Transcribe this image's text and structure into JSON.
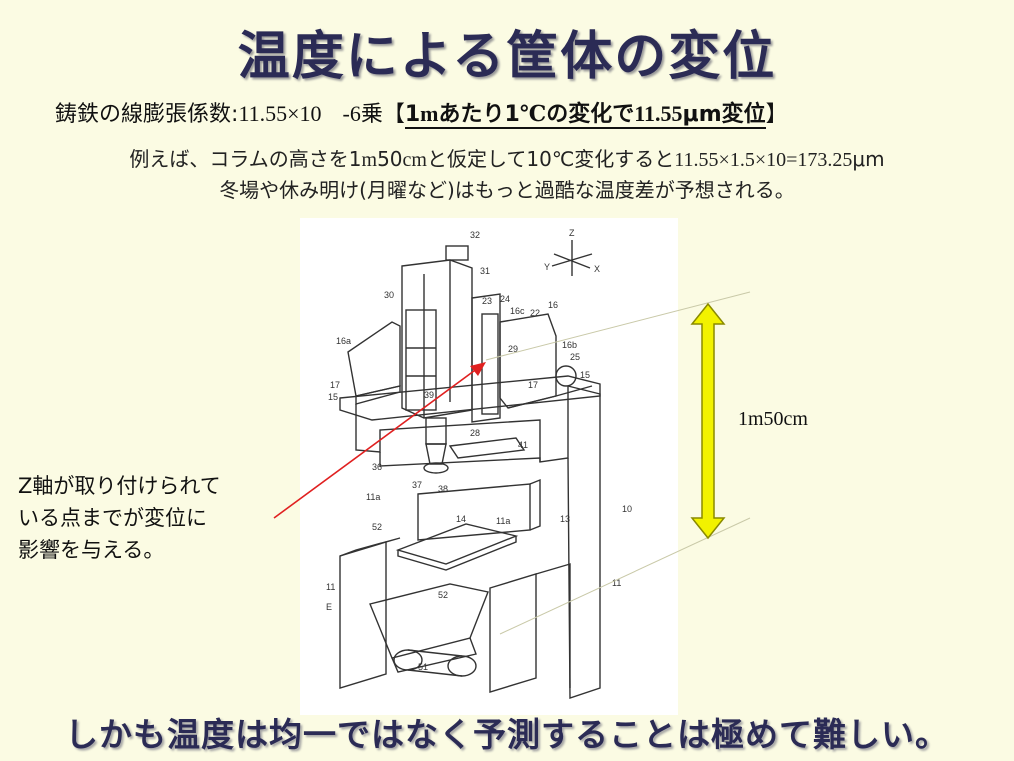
{
  "slide": {
    "title": "温度による筐体の変位",
    "coef_line": {
      "label": "鋳鉄の線膨張係数",
      "colon": ":",
      "value": "11.55×10",
      "exp": "-6乗",
      "bracket_open": "【",
      "bold_part1": "1",
      "bold_unit": "m",
      "bold_part2": "あたり1",
      "bold_celsius": "℃",
      "bold_part3": "の変化で",
      "bold_value": "11.55",
      "bold_part4": "μm変位",
      "bracket_close": "】"
    },
    "example_line1": {
      "prefix": "例えば、コラムの高さを1",
      "m": "m",
      "mid1": "50",
      "cm": "cm",
      "mid2": "と仮定して10℃変化すると",
      "formula": "11.55×1.5×10=173.25",
      "unit": "μm"
    },
    "example_line2": "冬場や休み明け(月曜など)はもっと過酷な温度差が予想される。",
    "callout_lines": [
      "Z軸が取り付けられて",
      "いる点までが変位に",
      "影響を与える。"
    ],
    "dimension_label": "1m50cm",
    "footer": "しかも温度は均一ではなく予測することは極めて難しい。"
  },
  "drawing_labels": {
    "n32": "32",
    "n31": "31",
    "n30": "30",
    "n23": "23",
    "n24": "24",
    "n16": "16",
    "n16c": "16c",
    "n22": "22",
    "n16a": "16a",
    "n29": "29",
    "n16b": "16b",
    "n25": "25",
    "n17a": "17",
    "n15a": "15",
    "n39": "39",
    "n17b": "17",
    "n15b": "15",
    "n28": "28",
    "n41": "41",
    "n36": "36",
    "n37": "37",
    "n38": "38",
    "n11a": "11a",
    "n11a2": "11a",
    "n13": "13",
    "n10": "10",
    "n52a": "52",
    "n14": "14",
    "n11a3": "11",
    "n11b": "11",
    "n52b": "52",
    "nE": "E",
    "n51": "51",
    "axisZ": "Z",
    "axisY": "Y",
    "axisX": "X"
  },
  "colors": {
    "title": "#2b2b55",
    "background": "#fbfbe3",
    "arrow_fill": "#f2f200",
    "arrow_stroke": "#8a8a00",
    "pointer": "#e02020"
  }
}
